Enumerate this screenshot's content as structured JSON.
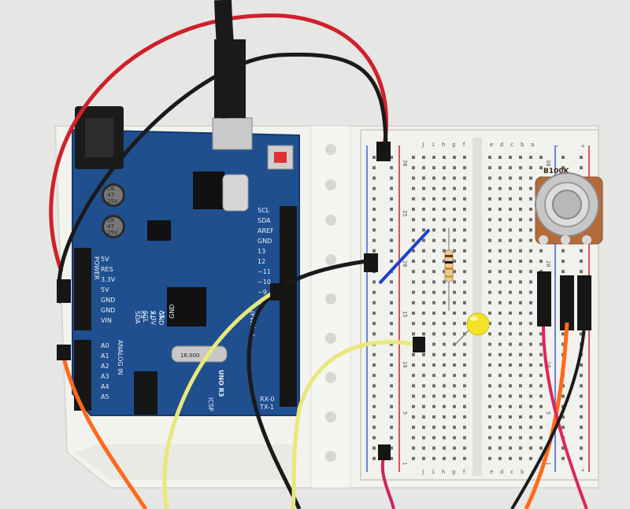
{
  "board": {
    "name": "UNO R3",
    "subtitle": "(PWM~)",
    "power_header_label": "POWER",
    "analog_header_label": "ANALOG IN",
    "power_pins": [
      "5V",
      "RES",
      "3.3V",
      "5V",
      "GND",
      "GND",
      "VIN"
    ],
    "analog_pins": [
      "A0",
      "A1",
      "A2",
      "A3",
      "A4",
      "A5"
    ],
    "digital_pins_top": [
      "SCL",
      "SDA",
      "AREF",
      "GND",
      "13",
      "12",
      "~11",
      "~10",
      "~9",
      "8"
    ],
    "bottom_labels": [
      "SDA",
      "SCL",
      "3.3V",
      "GND"
    ],
    "led_labels": [
      "RX",
      "TX",
      "5V",
      "GND"
    ],
    "misc_labels": [
      "L",
      "TX",
      "RX",
      "ICSP",
      "TX-1",
      "RX-0"
    ],
    "capacitor_1": [
      "CK",
      "47",
      "25V"
    ],
    "capacitor_2": [
      "CK",
      "47",
      "25V"
    ],
    "crystal_label": "16.000"
  },
  "potentiometer": {
    "label": "B100K"
  },
  "breadboard": {
    "column_letters_left": [
      "j",
      "i",
      "h",
      "g",
      "f"
    ],
    "column_letters_right": [
      "e",
      "d",
      "c",
      "b",
      "a"
    ],
    "row_numbers": [
      "30",
      "25",
      "20",
      "15",
      "10",
      "5",
      "1"
    ],
    "rail_plus": "+",
    "rail_minus": "−"
  },
  "colors": {
    "pcb": "#1f4f8f",
    "red_wire": "#d0202a",
    "black_wire": "#1a1a1a",
    "yellow_wire": "#e8e87a",
    "orange_wire": "#ff6a1a",
    "blue_wire": "#1f3fd0",
    "led": "#f3e12a"
  }
}
